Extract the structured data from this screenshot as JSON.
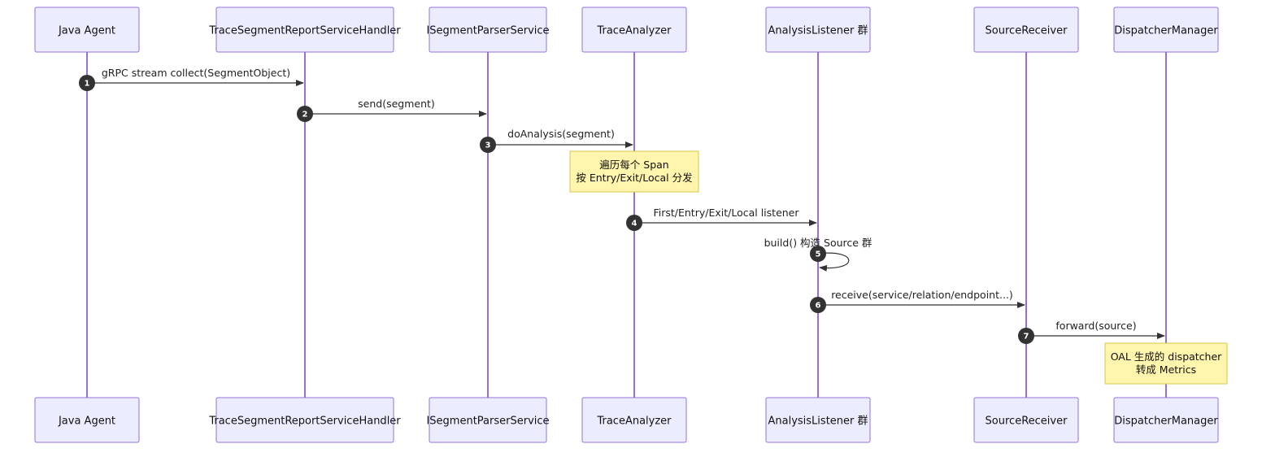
{
  "participants": [
    {
      "id": "agent",
      "label": "Java Agent"
    },
    {
      "id": "handler",
      "label": "TraceSegmentReportServiceHandler"
    },
    {
      "id": "parser",
      "label": "ISegmentParserService"
    },
    {
      "id": "analyzer",
      "label": "TraceAnalyzer"
    },
    {
      "id": "listener",
      "label": "AnalysisListener 群"
    },
    {
      "id": "receiver",
      "label": "SourceReceiver"
    },
    {
      "id": "dispatcher",
      "label": "DispatcherManager"
    }
  ],
  "messages": [
    {
      "number": "1",
      "from": "agent",
      "to": "handler",
      "label": "gRPC stream collect(SegmentObject)"
    },
    {
      "number": "2",
      "from": "handler",
      "to": "parser",
      "label": "send(segment)"
    },
    {
      "number": "3",
      "from": "parser",
      "to": "analyzer",
      "label": "doAnalysis(segment)"
    },
    {
      "number": "4",
      "from": "analyzer",
      "to": "listener",
      "label": "First/Entry/Exit/Local listener"
    },
    {
      "number": "5",
      "from": "listener",
      "to": "listener",
      "label": "build() 构造 Source 群"
    },
    {
      "number": "6",
      "from": "listener",
      "to": "receiver",
      "label": "receive(service/relation/endpoint...)"
    },
    {
      "number": "7",
      "from": "receiver",
      "to": "dispatcher",
      "label": "forward(source)"
    }
  ],
  "notes": [
    {
      "over": "analyzer",
      "after_message": "3",
      "lines": [
        "遍历每个 Span",
        "按 Entry/Exit/Local 分发"
      ]
    },
    {
      "over": "dispatcher",
      "after_message": "7",
      "lines": [
        "OAL 生成的 dispatcher",
        "转成 Metrics"
      ]
    }
  ],
  "colors": {
    "actor_fill": "#ECECFF",
    "actor_border": "#9370DB",
    "lifeline": "#9370DB",
    "note_fill": "#FFF5AD",
    "note_border": "#D9C84A",
    "message": "#333333"
  }
}
